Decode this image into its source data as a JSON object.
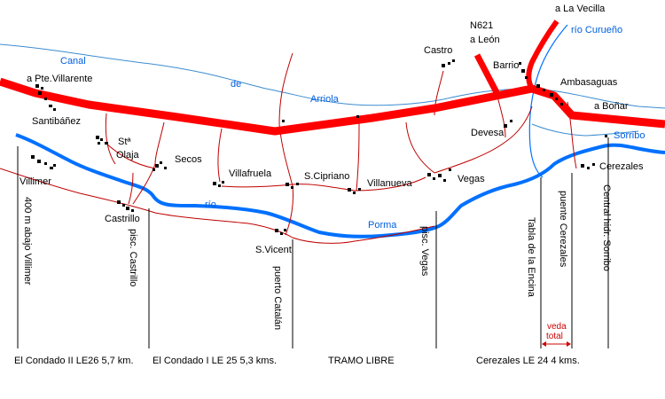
{
  "towns": {
    "villarente": "a Pte.Villarente",
    "santibanez": "Santibáñez",
    "sta": "Stª",
    "olaja": "Olaja",
    "secos": "Secos",
    "villimer": "Villimer",
    "castrillo": "Castrillo",
    "villafruela": "Villafruela",
    "scipriano": "S.Cipriano",
    "villanueva": "Villanueva",
    "vegas": "Vegas",
    "svicent": "S.Vicent",
    "castro": "Castro",
    "barrio": "Barrio",
    "ambasaguas": "Ambasaguas",
    "devesa": "Devesa",
    "cerezales": "Cerezales"
  },
  "roads": {
    "n621": "N621",
    "a_leon": "a León",
    "a_lavecilla": "a La Vecilla",
    "a_bonar": "a Boñar"
  },
  "water": {
    "canal": "Canal",
    "de": "de",
    "arriola": "Arriola",
    "rio_curueno": "río Curueño",
    "sorribo": "Sorribo",
    "rio": "río",
    "porma": "Porma"
  },
  "markers": {
    "abajo_villimer": "400 m abajo Villimer",
    "pisc_castrillo": "pisc. Castrillo",
    "puerto_catalan": "puerto Catalán",
    "pisc_vegas": "pisc. Vegas",
    "tabla_encina": "Tabla de la Encina",
    "puente_cerezales": "puente Cerezales",
    "central_sorribo": "Central hidr. Sorribo",
    "veda_1": "veda",
    "veda_2": "total"
  },
  "sections": {
    "condado2": "El Condado  II LE26  5,7 km.",
    "condado1": "El Condado I   LE 25     5,3 kms.",
    "tramo_libre": "TRAMO    LIBRE",
    "cerezales_le24": "Cerezales   LE 24     4  kms."
  },
  "colors": {
    "road": "#ff0000",
    "water": "#0070ff",
    "canal": "#3c8cd0",
    "minor_road": "#c00000",
    "town": "#000000"
  }
}
